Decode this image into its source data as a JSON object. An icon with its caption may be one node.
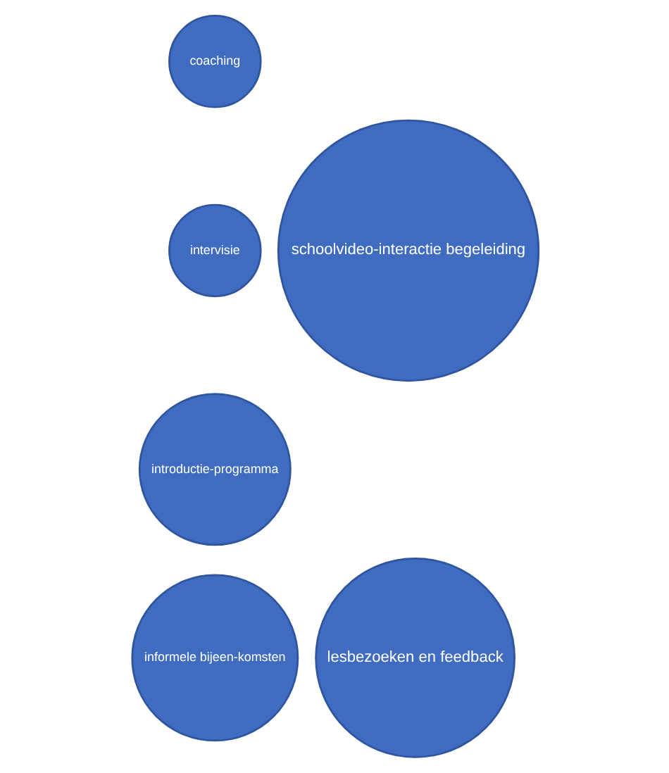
{
  "diagram": {
    "nodes": [
      {
        "text": [
          "coaching"
        ]
      },
      {
        "text": [
          "intervisie"
        ]
      },
      {
        "text": [
          "schoolvideo-interactie begeleiding"
        ]
      },
      {
        "text": [
          "introductie-programma"
        ]
      },
      {
        "text": [
          "informele bijeen-komsten"
        ]
      },
      {
        "text": [
          "lesbezoeken en feedback"
        ]
      }
    ]
  }
}
